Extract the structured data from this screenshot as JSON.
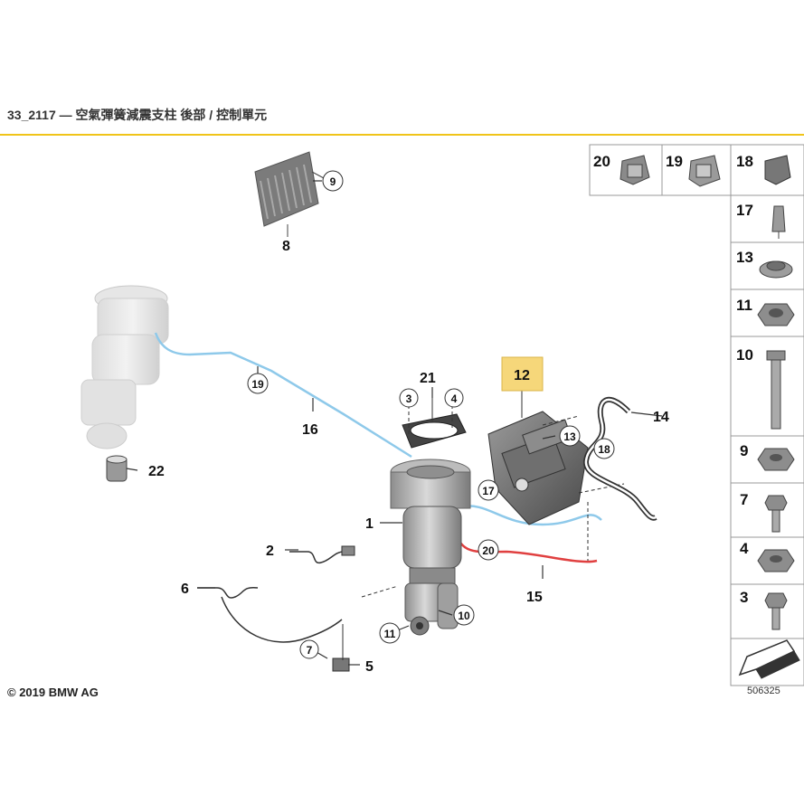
{
  "header": {
    "title": "33_2117 — 空氣彈簧減震支柱 後部 / 控制單元"
  },
  "footer": {
    "copyright": "© 2019 BMW AG",
    "drawing_number": "506325"
  },
  "callouts": [
    {
      "key": "c1",
      "label": "1"
    },
    {
      "key": "c2",
      "label": "2"
    },
    {
      "key": "c3",
      "label": "3"
    },
    {
      "key": "c4",
      "label": "4"
    },
    {
      "key": "c5",
      "label": "5"
    },
    {
      "key": "c6",
      "label": "6"
    },
    {
      "key": "c7",
      "label": "7"
    },
    {
      "key": "c8",
      "label": "8"
    },
    {
      "key": "c9",
      "label": "9"
    },
    {
      "key": "c10",
      "label": "10"
    },
    {
      "key": "c11",
      "label": "11"
    },
    {
      "key": "c12",
      "label": "12"
    },
    {
      "key": "c13",
      "label": "13"
    },
    {
      "key": "c14",
      "label": "14"
    },
    {
      "key": "c15",
      "label": "15"
    },
    {
      "key": "c16",
      "label": "16"
    },
    {
      "key": "c17",
      "label": "17"
    },
    {
      "key": "c18",
      "label": "18"
    },
    {
      "key": "c19",
      "label": "19"
    },
    {
      "key": "c20",
      "label": "20"
    },
    {
      "key": "c21",
      "label": "21"
    },
    {
      "key": "c22",
      "label": "22"
    }
  ],
  "parts_panel": [
    {
      "key": "p20",
      "label": "20"
    },
    {
      "key": "p19",
      "label": "19"
    },
    {
      "key": "p18",
      "label": "18"
    },
    {
      "key": "p17",
      "label": "17"
    },
    {
      "key": "p13",
      "label": "13"
    },
    {
      "key": "p11",
      "label": "11"
    },
    {
      "key": "p10",
      "label": "10"
    },
    {
      "key": "p9",
      "label": "9"
    },
    {
      "key": "p7",
      "label": "7"
    },
    {
      "key": "p4",
      "label": "4"
    },
    {
      "key": "p3",
      "label": "3"
    }
  ],
  "colors": {
    "accent_rule": "#f0c419",
    "highlight_box": "#f6d77a",
    "blue_line": "#8ec9ea",
    "red_line": "#e04040"
  }
}
